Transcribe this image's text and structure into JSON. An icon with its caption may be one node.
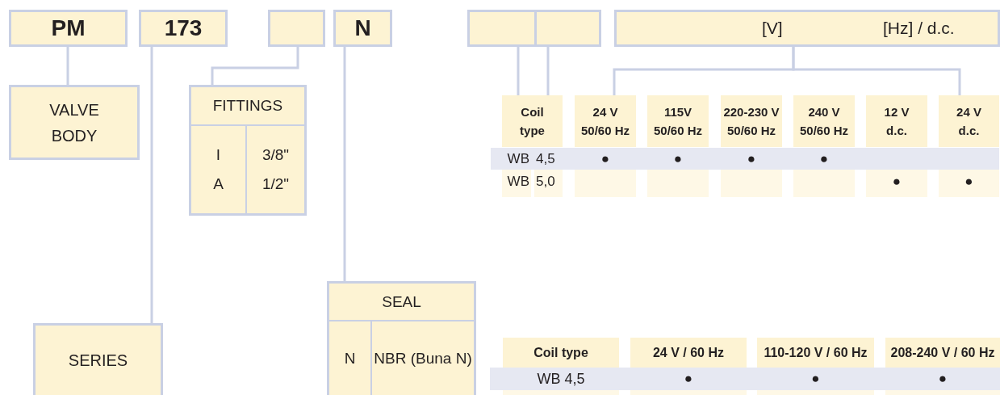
{
  "diagram": {
    "nodes": [
      {
        "text": [
          "PM"
        ]
      },
      {
        "text": [
          "173"
        ]
      },
      {
        "text": [],
        "shape": "box"
      },
      {
        "text": [
          "N"
        ]
      },
      {
        "text": [],
        "shape": "box"
      },
      {
        "text": [],
        "shape": "box"
      },
      {
        "text": [
          "[V]",
          "[Hz] / d.c."
        ]
      },
      {
        "text": [
          "VALVE BODY"
        ]
      },
      {
        "text": [
          "FITTINGS",
          "I",
          "3/8\"",
          "A",
          "1/2\""
        ]
      },
      {
        "text": [
          "SERIES"
        ]
      },
      {
        "text": [
          "SEAL",
          "N",
          "NBR (Buna N)"
        ]
      },
      {
        "text": [
          "Coil type"
        ]
      },
      {
        "text": [
          "24 V 50/60 Hz"
        ]
      },
      {
        "text": [
          "115V 50/60 Hz"
        ]
      },
      {
        "text": [
          "220-230 V 50/60 Hz"
        ]
      },
      {
        "text": [
          "240 V 50/60 Hz"
        ]
      },
      {
        "text": [
          "12 V d.c."
        ]
      },
      {
        "text": [
          "24 V d.c."
        ]
      }
    ],
    "edges": [
      {
        "from": 0,
        "to": 7,
        "arrow": "none"
      },
      {
        "from": 1,
        "to": 9,
        "arrow": "none"
      },
      {
        "from": 2,
        "to": 8,
        "arrow": "none"
      },
      {
        "from": 3,
        "to": 10,
        "arrow": "none"
      },
      {
        "from": 4,
        "to": 11,
        "arrow": "none"
      },
      {
        "from": 5,
        "to": 11,
        "arrow": "none"
      },
      {
        "from": 6,
        "to": 12,
        "arrow": "none"
      },
      {
        "from": 6,
        "to": 17,
        "arrow": "none"
      }
    ],
    "labels": [
      "WB",
      "4,5",
      "●",
      "●",
      "●",
      "●",
      "WB",
      "5,0",
      "●",
      "●",
      "Coil type",
      "24 V / 60 Hz",
      "110-120 V / 60 Hz",
      "208-240 V / 60 Hz",
      "WB 4,5",
      "●",
      "●",
      "●"
    ]
  }
}
